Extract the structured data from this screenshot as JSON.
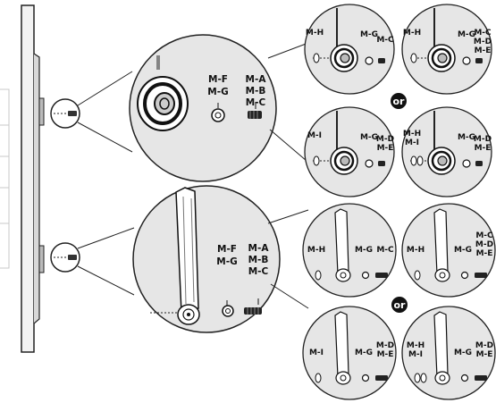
{
  "top": {
    "zoom_labels": {
      "fg": [
        "M-F",
        "M-G"
      ],
      "abc": [
        "M-A",
        "M-B",
        "M-C"
      ]
    },
    "panels": [
      {
        "left": [
          "M-H"
        ],
        "mid": [
          "M-G"
        ],
        "right": [
          "M-C"
        ]
      },
      {
        "left": [
          "M-H"
        ],
        "mid": [
          "M-G"
        ],
        "right": [
          "M-C",
          "M-D",
          "M-E"
        ]
      },
      {
        "left": [
          "M-I"
        ],
        "mid": [
          "M-G"
        ],
        "right": [
          "M-D",
          "M-E"
        ]
      },
      {
        "left": [
          "M-H",
          "M-I"
        ],
        "mid": [
          "M-G"
        ],
        "right": [
          "M-D",
          "M-E"
        ]
      }
    ],
    "or_label": "or"
  },
  "bottom": {
    "zoom_labels": {
      "fg": [
        "M-F",
        "M-G"
      ],
      "abc": [
        "M-A",
        "M-B",
        "M-C"
      ]
    },
    "panels": [
      {
        "left": [
          "M-H"
        ],
        "mid": [
          "M-G"
        ],
        "right": [
          "M-C"
        ]
      },
      {
        "left": [
          "M-H"
        ],
        "mid": [
          "M-G"
        ],
        "right": [
          "M-C",
          "M-D",
          "M-E"
        ]
      },
      {
        "left": [
          "M-I"
        ],
        "mid": [
          "M-G"
        ],
        "right": [
          "M-D",
          "M-E"
        ]
      },
      {
        "left": [
          "M-H",
          "M-I"
        ],
        "mid": [
          "M-G"
        ],
        "right": [
          "M-D",
          "M-E"
        ]
      }
    ],
    "or_label": "or"
  }
}
